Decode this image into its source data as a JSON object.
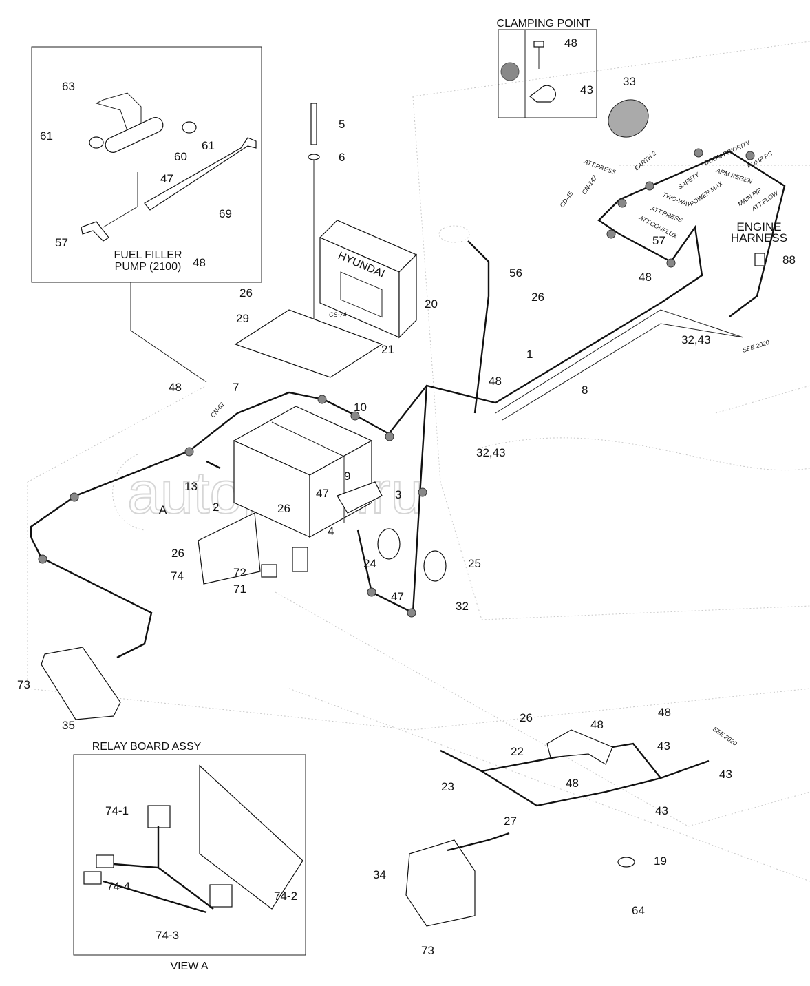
{
  "clamping_point": {
    "title": "CLAMPING POINT",
    "bolt": "48",
    "clamp": "43"
  },
  "inset_fuel": {
    "caption_line1": "FUEL FILLER",
    "caption_line2": "PUMP (2100)",
    "callouts": [
      "63",
      "61",
      "61",
      "60",
      "47",
      "69",
      "57",
      "48"
    ]
  },
  "relay_board": {
    "title": "RELAY BOARD ASSY",
    "view": "VIEW A",
    "callouts": [
      "74-1",
      "74-4",
      "74-3",
      "74-2"
    ]
  },
  "engine_harness": {
    "line1": "ENGINE",
    "line2": "HARNESS",
    "part": "88"
  },
  "see_labels": [
    "SEE 2020",
    "SEE 2020"
  ],
  "connectors": [
    "ATT.PRESS",
    "EARTH 2",
    "BOOM PRIORITY",
    "ARM REGEN",
    "PUMP PS",
    "SAFETY",
    "POWER MAX",
    "TWO-WAY",
    "ATT.PRESS",
    "ATT.CONFLUX",
    "MAIN P/P",
    "ATT.FLOW",
    "CN-147",
    "CD-45",
    "CN-61",
    "CS-74"
  ],
  "brand": "HYUNDAI",
  "view_marker": "A",
  "watermark": "autopiter.ru",
  "callouts": [
    "33",
    "5",
    "6",
    "26",
    "29",
    "20",
    "21",
    "56",
    "26",
    "48",
    "32,43",
    "57",
    "1",
    "8",
    "48",
    "7",
    "10",
    "48",
    "32,43",
    "9",
    "3",
    "47",
    "26",
    "13",
    "2",
    "26",
    "74",
    "72",
    "71",
    "4",
    "24",
    "25",
    "47",
    "32",
    "73",
    "35",
    "26",
    "48",
    "48",
    "22",
    "43",
    "43",
    "48",
    "23",
    "27",
    "43",
    "19",
    "64",
    "34",
    "73"
  ]
}
